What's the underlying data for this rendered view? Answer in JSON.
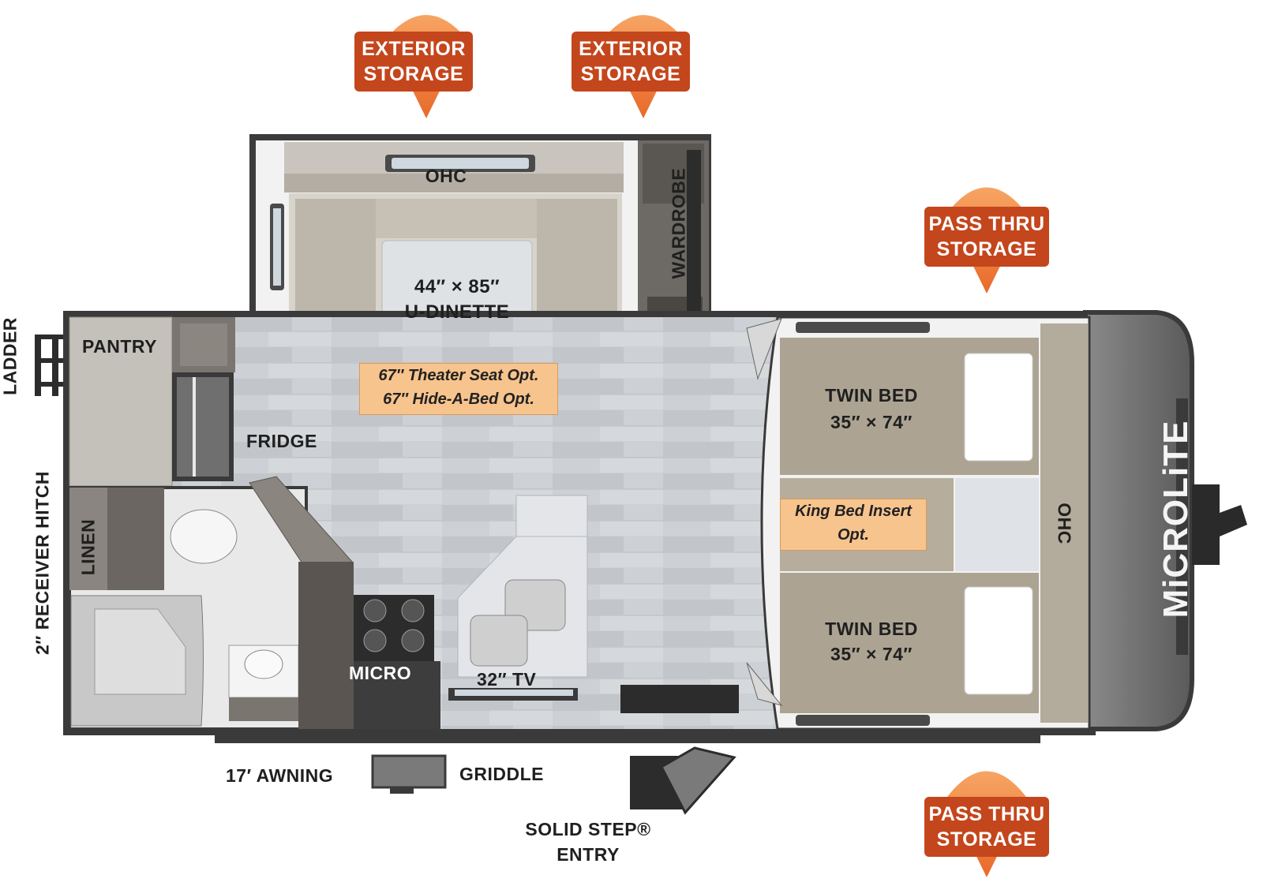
{
  "badges": {
    "exterior_storage_1": "EXTERIOR\nSTORAGE",
    "exterior_storage_2": "EXTERIOR\nSTORAGE",
    "pass_thru_top": "PASS THRU\nSTORAGE",
    "pass_thru_bottom": "PASS THRU\nSTORAGE"
  },
  "rooms": {
    "ohc_dinette": "OHC",
    "wardrobe": "WARDROBE",
    "dinette_size": "44″ × 85″",
    "dinette_name": "U-DINETTE",
    "pantry": "PANTRY",
    "fridge": "FRIDGE",
    "linen": "LINEN",
    "micro": "MICRO",
    "tv": "32″ TV",
    "twin_bed_top_name": "TWIN BED",
    "twin_bed_top_size": "35″ × 74″",
    "twin_bed_bottom_name": "TWIN BED",
    "twin_bed_bottom_size": "35″ × 74″",
    "ohc_front": "OHC",
    "brand": "MiCROLiTE"
  },
  "options": {
    "theater_seat": "67″ Theater Seat Opt.",
    "hide_a_bed": "67″ Hide-A-Bed Opt.",
    "king_bed_1": "King Bed Insert",
    "king_bed_2": "Opt."
  },
  "exterior": {
    "ladder": "LADDER",
    "receiver_hitch": "2″ RECEIVER HITCH",
    "awning": "17′ AWNING",
    "griddle": "GRIDDLE",
    "entry_1": "SOLID STEP®",
    "entry_2": "ENTRY"
  },
  "colors": {
    "badge": "#c4461c",
    "badge_light": "#f7a463",
    "option_box": "#f8c48d",
    "wall": "#3a3a3a",
    "floor": "#cfd2d5",
    "bed": "#a89e8c",
    "cabinet": "#6f6b66"
  }
}
